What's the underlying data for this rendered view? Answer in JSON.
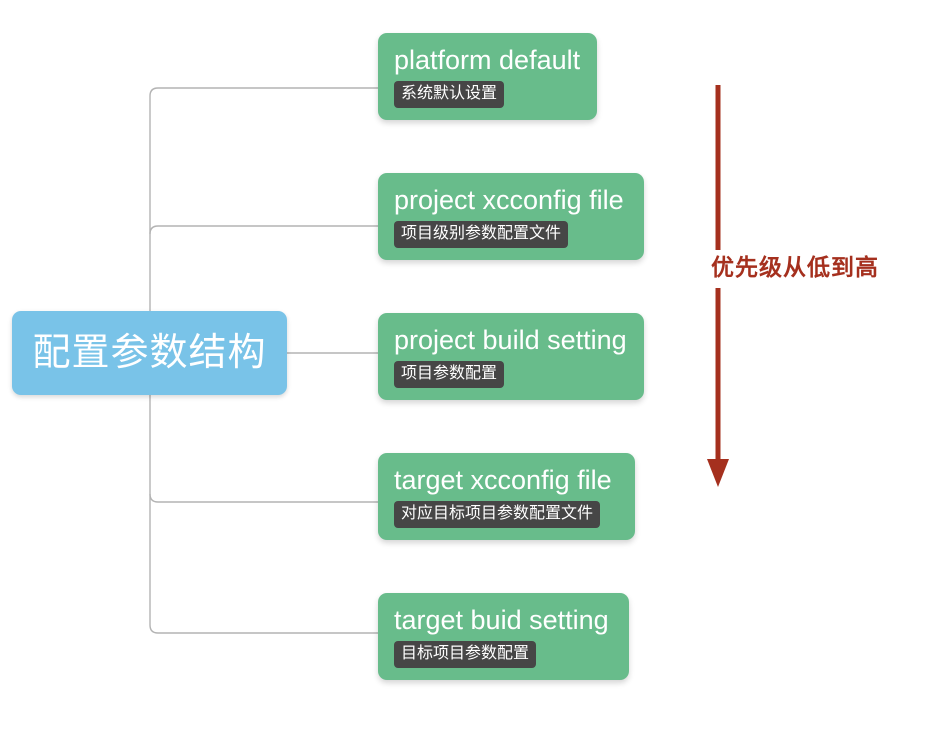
{
  "diagram": {
    "type": "mind-map",
    "root": {
      "label": "配置参数结构",
      "color": "#79c3e8"
    },
    "node_color": "#68bc8b",
    "tag_color": "#464646",
    "accent_color": "#a5301e",
    "branches": [
      {
        "title": "platform default",
        "tag": "系统默认设置"
      },
      {
        "title": "project xcconfig file",
        "tag": "项目级别参数配置文件"
      },
      {
        "title": "project build setting",
        "tag": "项目参数配置"
      },
      {
        "title": "target xcconfig file",
        "tag": "对应目标项目参数配置文件"
      },
      {
        "title": "target buid setting",
        "tag": "目标项目参数配置"
      }
    ],
    "annotation": {
      "label": "优先级从低到高",
      "direction": "down",
      "icon": "down-arrow-icon"
    }
  }
}
